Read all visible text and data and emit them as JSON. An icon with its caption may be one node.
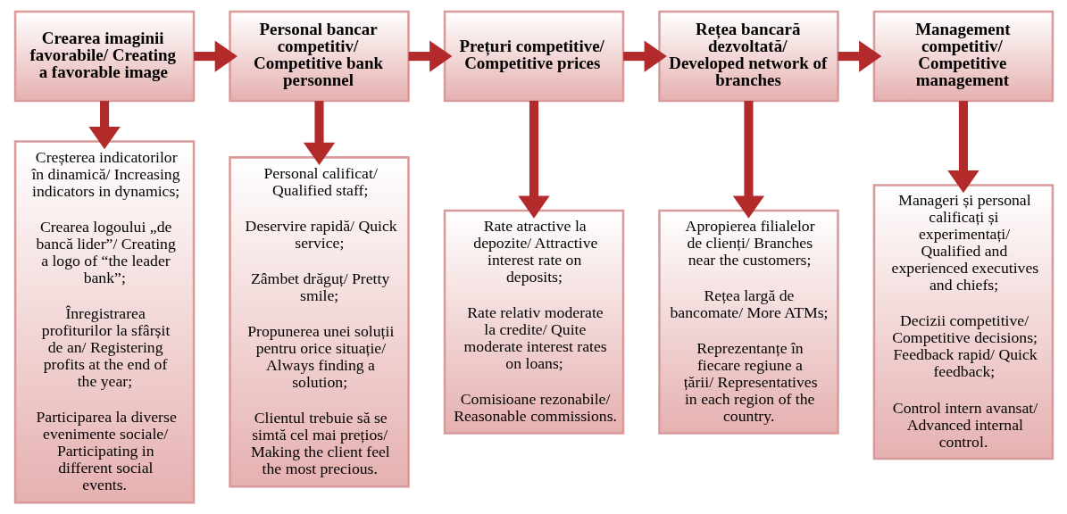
{
  "diagram": {
    "nodes": [
      {
        "text": [
          "Crearea imaginii favorabile/ Creating a favorable image"
        ]
      },
      {
        "text": [
          "Personal bancar competitiv/ Competitive bank personnel"
        ]
      },
      {
        "text": [
          "Prețuri competitive/ Competitive prices"
        ]
      },
      {
        "text": [
          "Rețea bancară dezvoltată/ Developed network of branches"
        ]
      },
      {
        "text": [
          "Management competitiv/ Competitive management"
        ]
      },
      {
        "text": [
          "Creșterea indicatorilor în dinamică/ Increasing indicators in dynamics;",
          "Crearea logoului „de bancă lider”/ Creating a logo of “the leader bank”;",
          "Înregistrarea profiturilor la sfârșit de an/ Registering profits at the end of the year;",
          "Participarea la diverse evenimente sociale/ Participating in different social events."
        ]
      },
      {
        "text": [
          "Personal calificat/ Qualified staff;",
          "Deservire rapidă/ Quick service;",
          "Zâmbet drăguț/ Pretty smile;",
          "Propunerea unei soluții pentru orice situație/ Always finding a solution;",
          "Clientul trebuie să se simtă cel mai prețios/ Making the client feel the most precious."
        ]
      },
      {
        "text": [
          "Rate atractive la depozite/ Attractive interest rate on deposits;",
          "Rate relativ moderate la credite/ Quite moderate interest rates on loans;",
          "Comisioane rezonabile/ Reasonable commissions."
        ]
      },
      {
        "text": [
          "Apropierea filialelor de clienți/ Branches near the customers;",
          "Rețea largă de bancomate/ More ATMs;",
          "Reprezentanțe în fiecare regiune a țării/ Representatives in each region of the country."
        ]
      },
      {
        "text": [
          "Manageri și personal calificați și experimentați/ Qualified and experienced executives and chiefs;",
          "Decizii competitive/ Competitive decisions; Feedback rapid/ Quick feedback;",
          "Control intern avansat/ Advanced internal control."
        ]
      }
    ],
    "edges": [
      {
        "from": 0,
        "to": 1,
        "arrow": "to"
      },
      {
        "from": 1,
        "to": 2,
        "arrow": "to"
      },
      {
        "from": 2,
        "to": 3,
        "arrow": "to"
      },
      {
        "from": 3,
        "to": 4,
        "arrow": "to"
      },
      {
        "from": 0,
        "to": 5,
        "arrow": "to"
      },
      {
        "from": 1,
        "to": 6,
        "arrow": "to"
      },
      {
        "from": 2,
        "to": 7,
        "arrow": "to"
      },
      {
        "from": 3,
        "to": 8,
        "arrow": "to"
      },
      {
        "from": 4,
        "to": 9,
        "arrow": "to"
      }
    ]
  }
}
